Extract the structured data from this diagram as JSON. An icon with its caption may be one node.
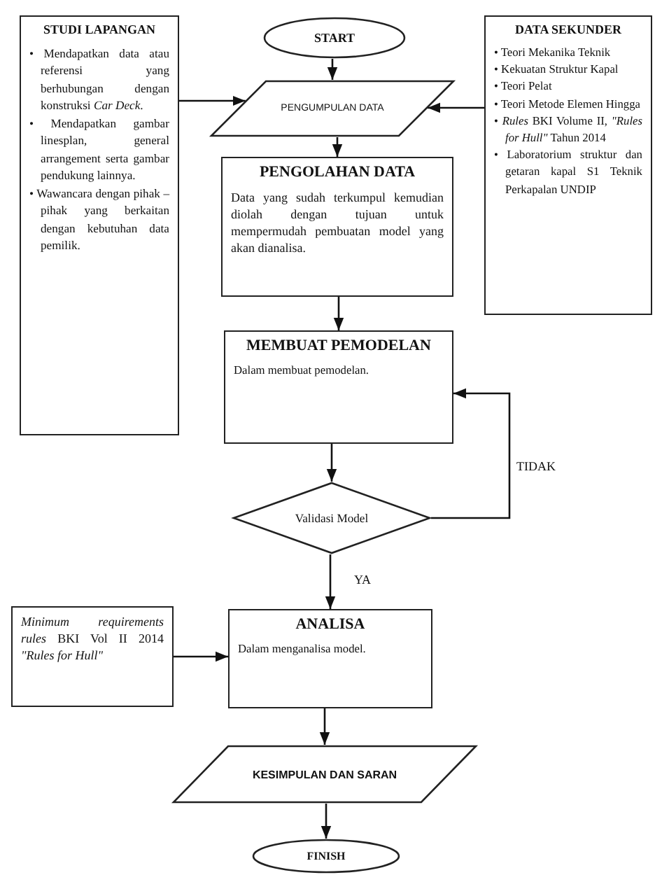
{
  "diagram": {
    "nodes": [
      {
        "text": [
          "STUDI LAPANGAN",
          "• Mendapatkan data atau referensi yang berhubungan dengan konstruksi *Car Deck*.",
          "• Mendapatkan gambar linesplan, general arrangement serta gambar pendukung lainnya.",
          "• Wawancara dengan pihak – pihak yang berkaitan dengan kebutuhan data pemilik."
        ]
      },
      {
        "text": [
          "START"
        ]
      },
      {
        "text": [
          "PENGUMPULAN DATA"
        ]
      },
      {
        "text": [
          "DATA SEKUNDER",
          "• Teori Mekanika Teknik",
          "• Kekuatan Struktur Kapal",
          "• Teori Pelat",
          "• Teori Metode Elemen Hingga",
          "• *Rules* BKI Volume II, *\"Rules for Hull\"* Tahun 2014",
          "• Laboratorium struktur dan getaran kapal S1 Teknik Perkapalan UNDIP"
        ]
      },
      {
        "text": [
          "PENGOLAHAN DATA",
          "Data yang sudah terkumpul kemudian diolah dengan tujuan untuk mempermudah pembuatan model yang akan dianalisa."
        ]
      },
      {
        "text": [
          "MEMBUAT PEMODELAN",
          "Dalam membuat pemodelan."
        ]
      },
      {
        "text": [
          "Validasi Model"
        ]
      },
      {
        "text": [
          "*Minimum requirements rules* BKI Vol II 2014 *\"Rules for Hull\"*"
        ]
      },
      {
        "text": [
          "ANALISA",
          "Dalam menganalisa model."
        ]
      },
      {
        "text": [
          "KESIMPULAN DAN SARAN"
        ]
      },
      {
        "text": [
          "FINISH"
        ]
      }
    ],
    "edges": [
      {
        "from": 0,
        "to": 2,
        "arrow": "to"
      },
      {
        "from": 3,
        "to": 2,
        "arrow": "to"
      },
      {
        "from": 1,
        "to": 2,
        "arrow": "to"
      },
      {
        "from": 2,
        "to": 4,
        "arrow": "to"
      },
      {
        "from": 4,
        "to": 5,
        "arrow": "to"
      },
      {
        "from": 5,
        "to": 6,
        "arrow": "to"
      },
      {
        "from": 6,
        "to": 5,
        "arrow": "to",
        "label": "TIDAK"
      },
      {
        "from": 6,
        "to": 8,
        "arrow": "to",
        "label": "YA"
      },
      {
        "from": 7,
        "to": 8,
        "arrow": "to"
      },
      {
        "from": 8,
        "to": 9,
        "arrow": "to"
      },
      {
        "from": 9,
        "to": 10,
        "arrow": "to"
      }
    ]
  }
}
